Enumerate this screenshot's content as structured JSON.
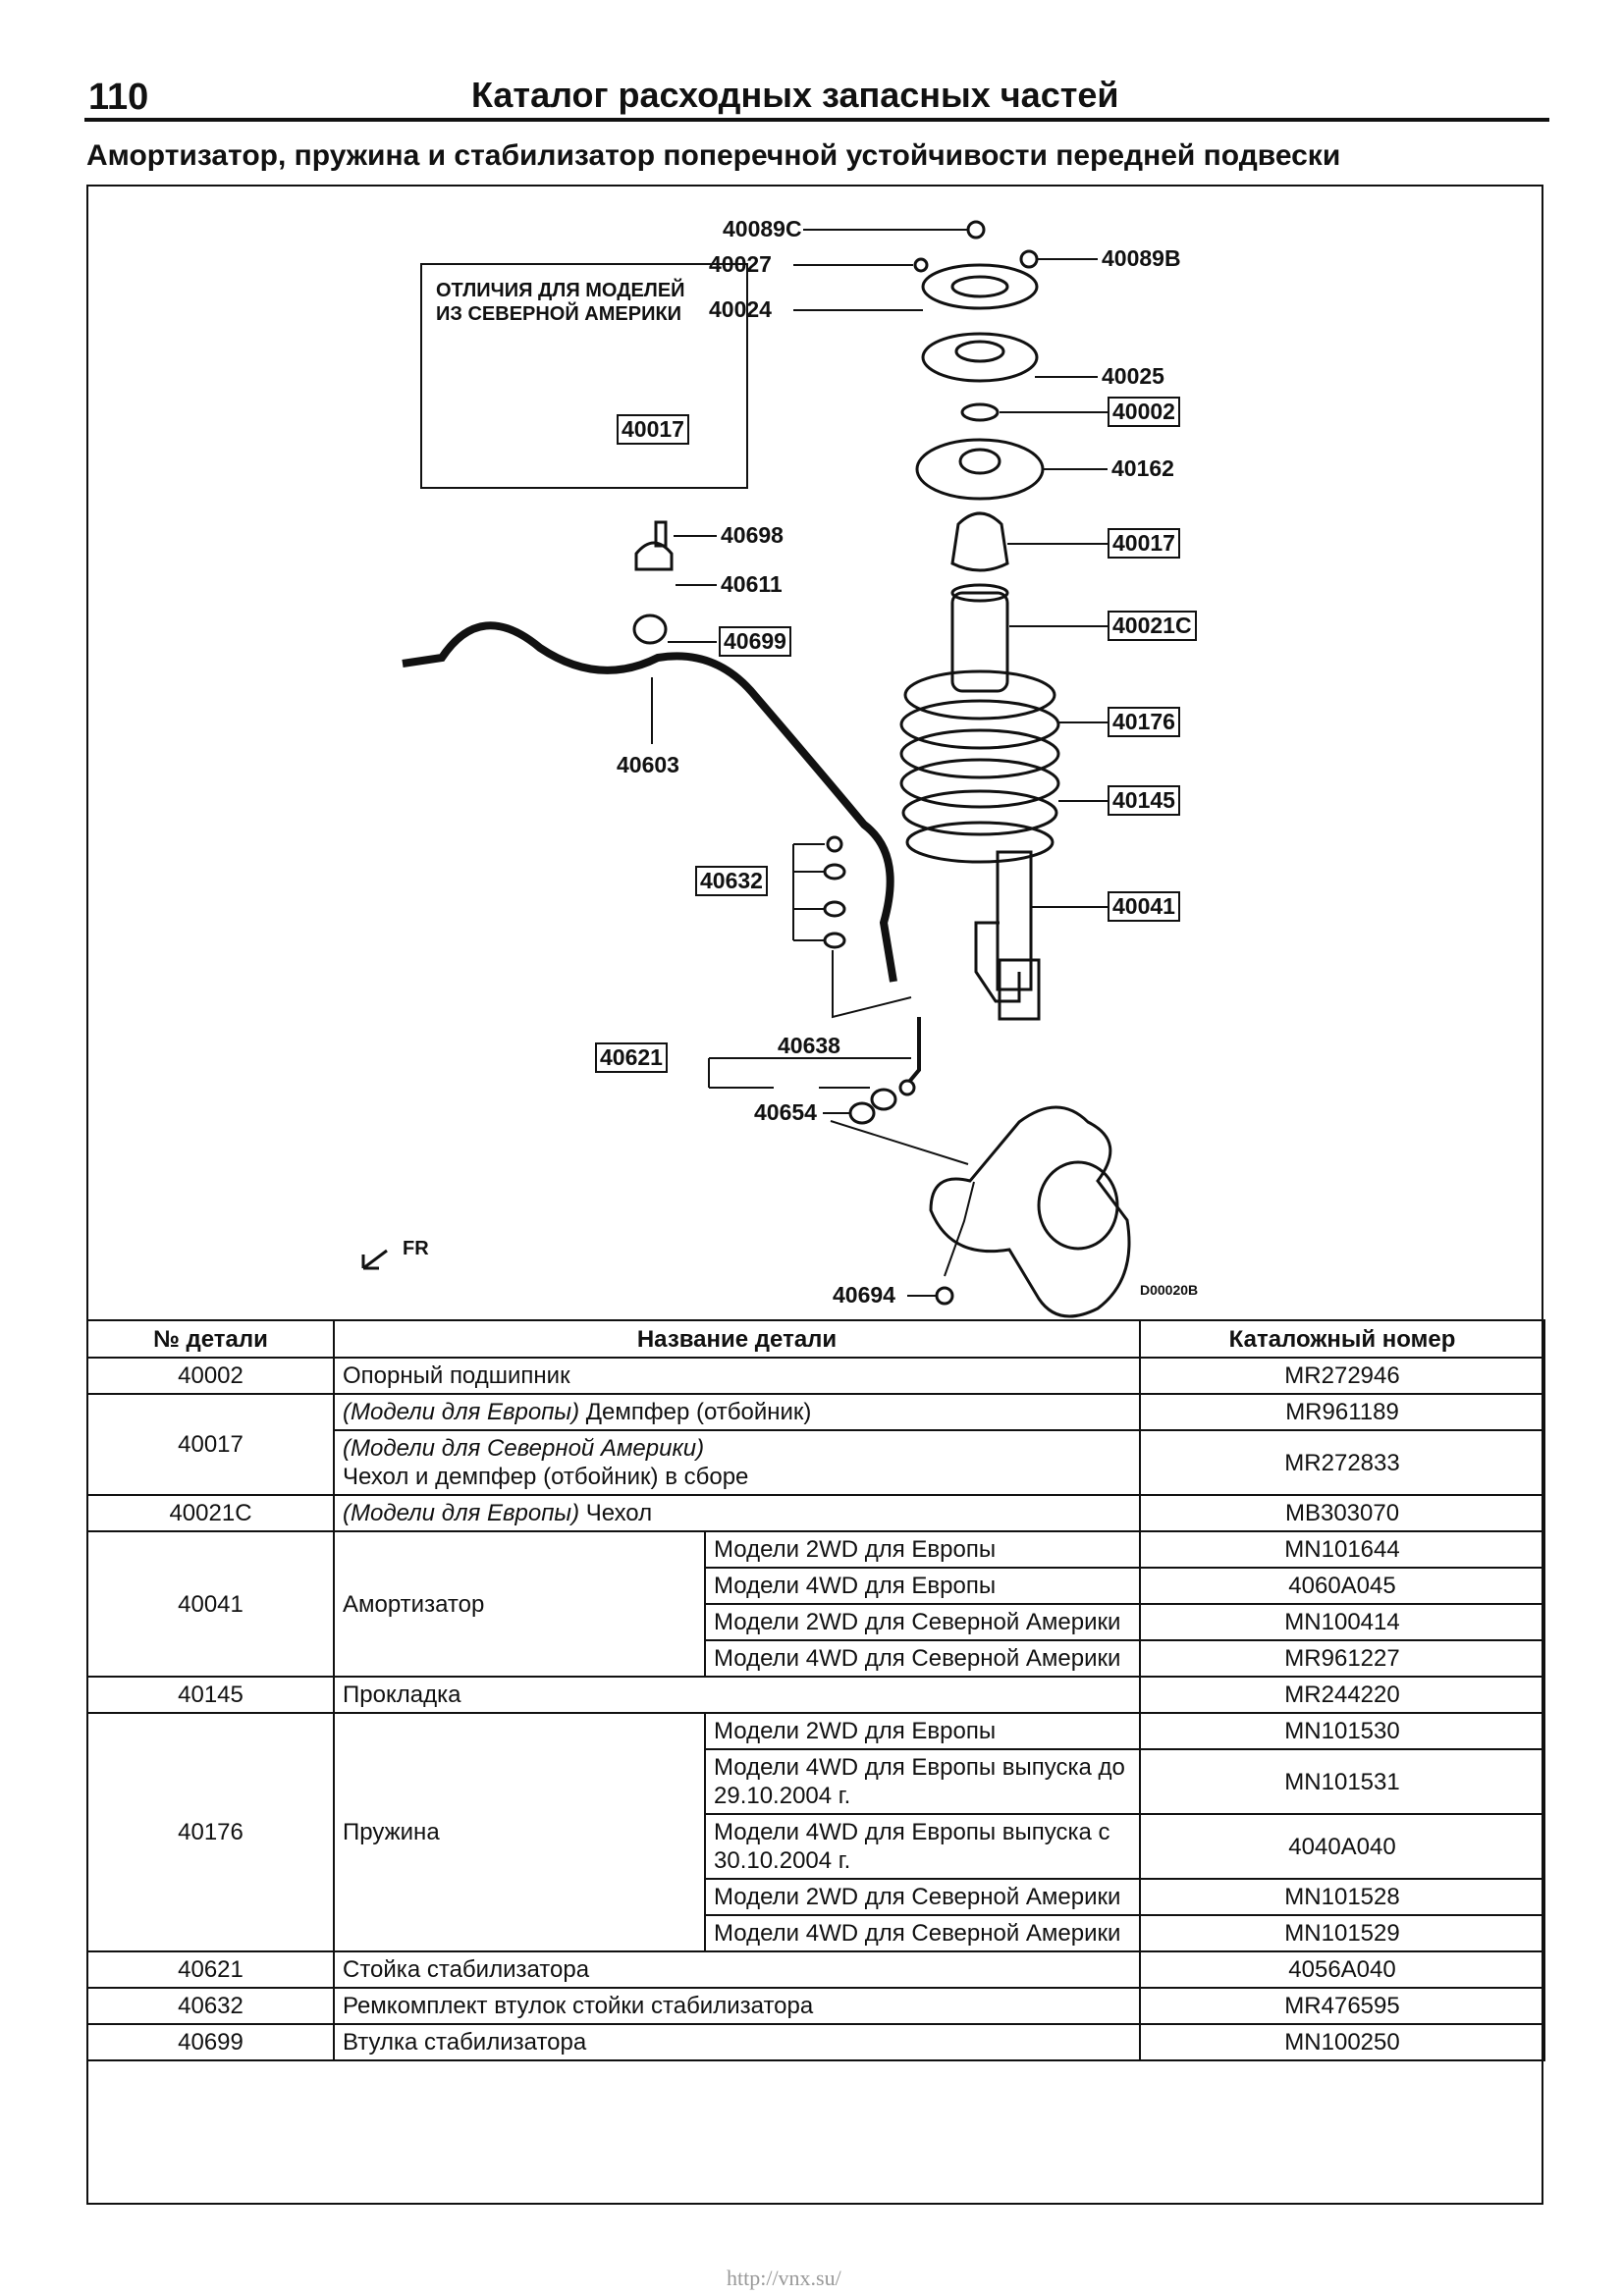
{
  "header": {
    "page_number": "110",
    "catalog_title": "Каталог расходных запасных частей"
  },
  "section_title": "Амортизатор, пружина и стабилизатор поперечной устойчивости передней подвески",
  "diagram": {
    "inset_title_line1": "ОТЛИЧИЯ ДЛЯ МОДЕЛЕЙ",
    "inset_title_line2": "ИЗ СЕВЕРНОЙ АМЕРИКИ",
    "inset_label": "40017",
    "fr_label": "FR",
    "drawing_code": "D00020B",
    "labels": {
      "l40089C": "40089C",
      "l40027": "40027",
      "l40089B": "40089B",
      "l40024": "40024",
      "l40025": "40025",
      "l40002": "40002",
      "l40162": "40162",
      "l40698": "40698",
      "l40017": "40017",
      "l40611": "40611",
      "l40699": "40699",
      "l40021C": "40021C",
      "l40603": "40603",
      "l40176": "40176",
      "l40145": "40145",
      "l40632": "40632",
      "l40041": "40041",
      "l40621": "40621",
      "l40638": "40638",
      "l40654": "40654",
      "l40694": "40694"
    }
  },
  "table": {
    "headers": {
      "num": "№ детали",
      "name": "Название детали",
      "catalog": "Каталожный номер"
    },
    "rows": {
      "r40002": {
        "num": "40002",
        "name": "Опорный подшипник",
        "cat": "MR272946"
      },
      "r40017": {
        "num": "40017",
        "a_note": "(Модели для Европы)",
        "a_name": "Демпфер (отбойник)",
        "a_cat": "MR961189",
        "b_note": "(Модели для Северной Америки)",
        "b_name": "Чехол и демпфер (отбойник) в сборе",
        "b_cat": "MR272833"
      },
      "r40021C": {
        "num": "40021C",
        "note": "(Модели для Европы)",
        "name": "Чехол",
        "cat": "MB303070"
      },
      "r40041": {
        "num": "40041",
        "name": "Амортизатор",
        "v1": "Модели 2WD для Европы",
        "c1": "MN101644",
        "v2": "Модели 4WD для Европы",
        "c2": "4060A045",
        "v3": "Модели 2WD для Северной Америки",
        "c3": "MN100414",
        "v4": "Модели 4WD для Северной Америки",
        "c4": "MR961227"
      },
      "r40145": {
        "num": "40145",
        "name": "Прокладка",
        "cat": "MR244220"
      },
      "r40176": {
        "num": "40176",
        "name": "Пружина",
        "v1": "Модели 2WD для Европы",
        "c1": "MN101530",
        "v2": "Модели 4WD для Европы выпуска до 29.10.2004 г.",
        "c2": "MN101531",
        "v3": "Модели 4WD для Европы выпуска с 30.10.2004 г.",
        "c3": "4040A040",
        "v4": "Модели 2WD для Северной Америки",
        "c4": "MN101528",
        "v5": "Модели 4WD для Северной Америки",
        "c5": "MN101529"
      },
      "r40621": {
        "num": "40621",
        "name": "Стойка стабилизатора",
        "cat": "4056A040"
      },
      "r40632": {
        "num": "40632",
        "name": "Ремкомплект втулок стойки стабилизатора",
        "cat": "MR476595"
      },
      "r40699": {
        "num": "40699",
        "name": "Втулка стабилизатора",
        "cat": "MN100250"
      }
    }
  },
  "watermark": "http://vnx.su/"
}
